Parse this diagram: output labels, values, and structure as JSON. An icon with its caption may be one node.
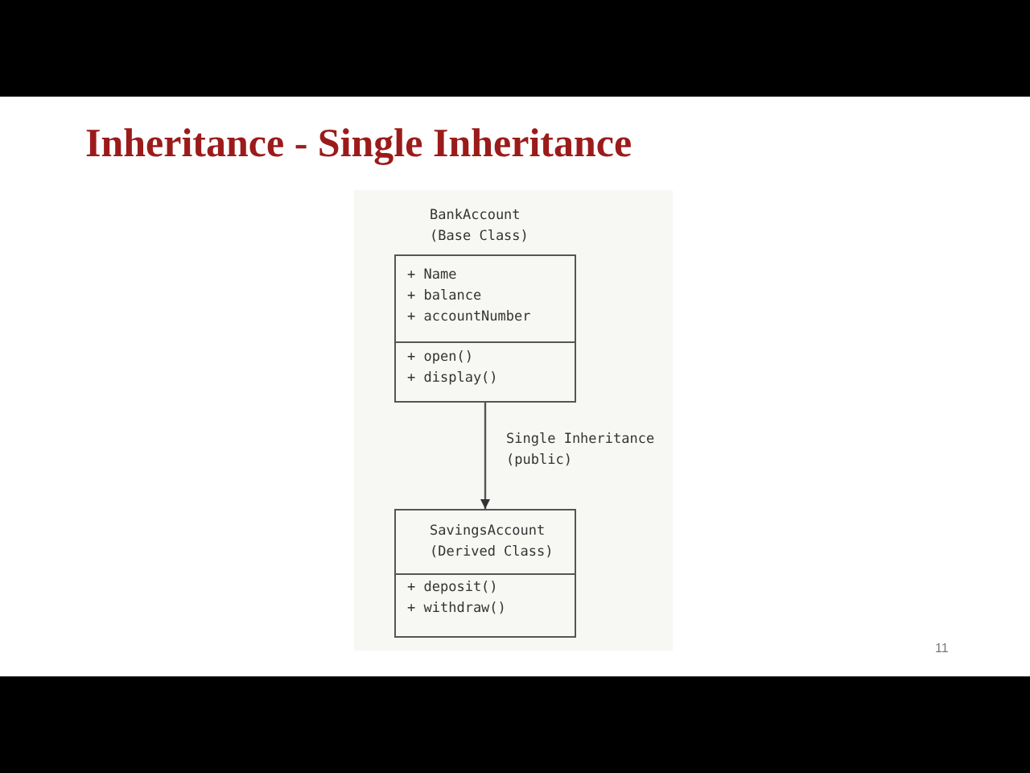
{
  "diagram": {
    "title": "Inheritance - Single Inheritance",
    "nodes": [
      {
        "text": [
          "BankAccount (Base Class)",
          "+ Name",
          "+ balance",
          "+ accountNumber",
          "+ open()",
          "+ display()"
        ]
      },
      {
        "text": [
          "SavingsAccount (Derived Class)",
          "+ deposit()",
          "+ withdraw()"
        ]
      }
    ],
    "edges": [
      {
        "from": 0,
        "to": 1,
        "arrow": "to",
        "label": "Single Inheritance (public)"
      }
    ],
    "labels": [
      "11"
    ]
  }
}
